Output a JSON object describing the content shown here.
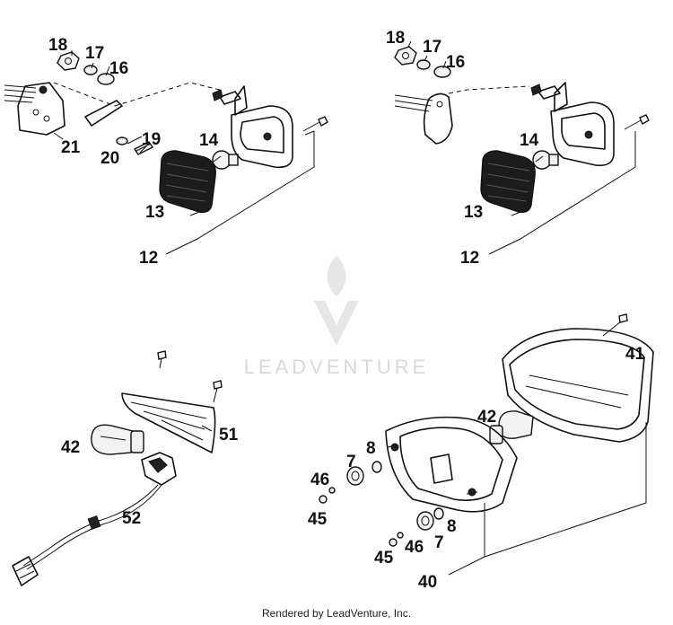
{
  "watermark": {
    "text": "LEADVENTURE"
  },
  "footer": {
    "text": "Rendered by LeadVenture, Inc."
  },
  "callouts": {
    "tl": {
      "n18": "18",
      "n17": "17",
      "n16": "16",
      "n21": "21",
      "n19": "19",
      "n20": "20",
      "n14": "14",
      "n13": "13",
      "n12": "12"
    },
    "tr": {
      "n18": "18",
      "n17": "17",
      "n16": "16",
      "n14": "14",
      "n13": "13",
      "n12": "12"
    },
    "bl": {
      "n42": "42",
      "n51": "51",
      "n52": "52"
    },
    "br": {
      "n41": "41",
      "n42": "42",
      "n7a": "7",
      "n8a": "8",
      "n46a": "46",
      "n45a": "45",
      "n8b": "8",
      "n46b": "46",
      "n7b": "7",
      "n45b": "45",
      "n40": "40"
    }
  }
}
